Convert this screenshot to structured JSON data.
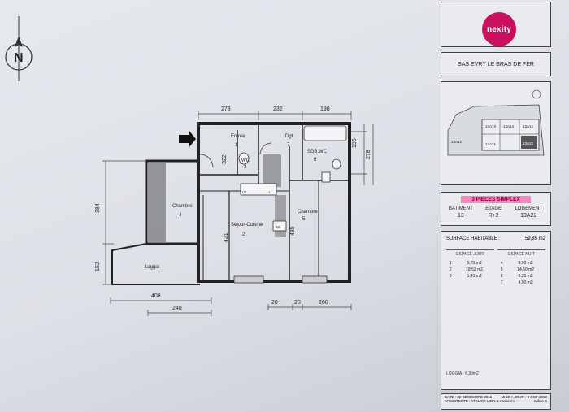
{
  "north_label": "N",
  "dimensions": {
    "top_1": "273",
    "top_2": "232",
    "top_3": "198",
    "right_1": "195",
    "right_2": "278",
    "left_1": "384",
    "left_2": "152",
    "bottom_1": "408",
    "bottom_2": "240",
    "bottom_3": "20",
    "bottom_4": "20",
    "bottom_5": "260",
    "inner_1": "322",
    "inner_2": "421",
    "inner_3": "485"
  },
  "rooms": [
    {
      "name": "Entrée",
      "num": "1"
    },
    {
      "name": "Dgt",
      "num": "7"
    },
    {
      "name": "WC",
      "num": "3"
    },
    {
      "name": "SDB.WC",
      "num": "6"
    },
    {
      "name": "Chambre",
      "num": "4"
    },
    {
      "name": "Séjour-Cuisine",
      "num": "2"
    },
    {
      "name": "Chambre",
      "num": "5"
    },
    {
      "name": "Loggia",
      "num": ""
    }
  ],
  "fixtures": {
    "lv": "LV",
    "ll": "LL",
    "ml": "ML"
  },
  "cartouche": {
    "brand": "nexity",
    "project": "SAS EVRY LE BRAS DE FER",
    "keyplan_labels": [
      "13A13",
      "13A14",
      "13A15",
      "13A12",
      "13A21",
      "13A22"
    ],
    "type": "3 PIECES SIMPLEX",
    "headers": [
      "BATIMENT",
      "ETAGE",
      "LOGEMENT"
    ],
    "values": [
      "13",
      "R+2",
      "13A22"
    ],
    "surface_label": "SURFACE HABITABLE :",
    "surface_value": "59,85 m2",
    "day_label": "ESPACE JOUR",
    "night_label": "ESPACE NUIT",
    "day_rows": [
      [
        "1",
        "5,70 m2"
      ],
      [
        "2",
        "18,52 m2"
      ],
      [
        "3",
        "1,43 m2"
      ]
    ],
    "night_rows": [
      [
        "4",
        "9,90 m2"
      ],
      [
        "5",
        "14,50 m2"
      ],
      [
        "6",
        "6,35 m2"
      ],
      [
        "7",
        "4,50 m2"
      ]
    ],
    "loggia": "LOGGIA : 6,30m2",
    "date": "DATE : 22 DECEMBRE 2016",
    "maj": "MISE A JOUR : 3 OCT 2018",
    "architect": "ARCHITECTE : ATELIER LION & Associés",
    "indice": "Indice B"
  }
}
